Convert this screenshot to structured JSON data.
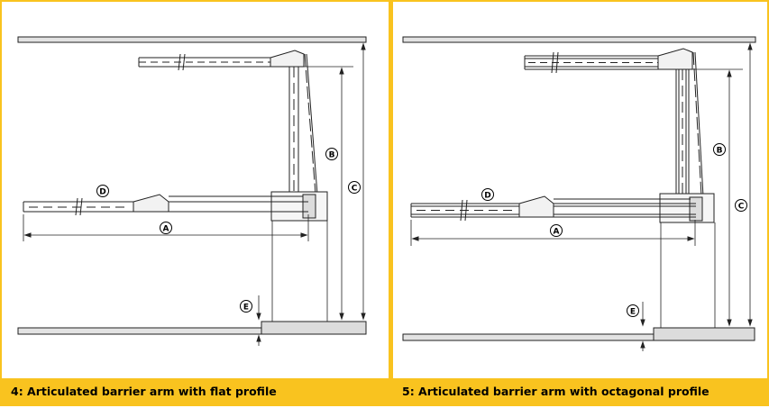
{
  "figures": [
    {
      "caption": "4: Articulated barrier arm with flat profile",
      "labels": {
        "a": "A",
        "b": "B",
        "c": "C",
        "d": "D",
        "e": "E"
      }
    },
    {
      "caption": "5: Articulated barrier arm with octagonal profile",
      "labels": {
        "a": "A",
        "b": "B",
        "c": "C",
        "d": "D",
        "e": "E"
      }
    }
  ]
}
